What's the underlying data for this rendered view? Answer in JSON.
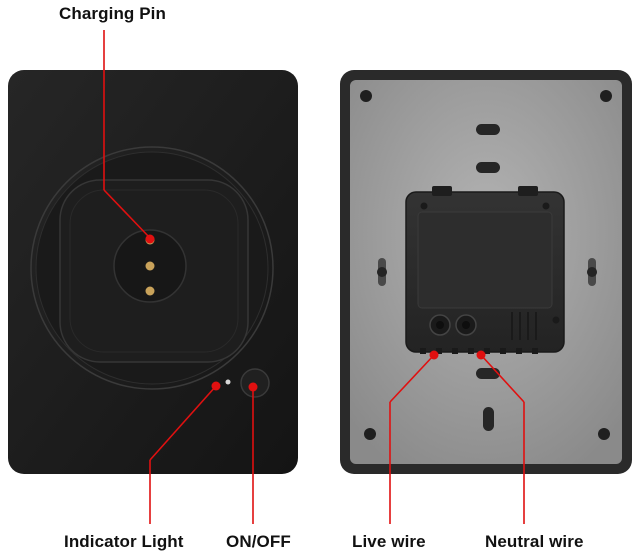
{
  "labels": {
    "charging_pin": "Charging Pin",
    "indicator_light": "Indicator Light",
    "on_off": "ON/OFF",
    "live_wire": "Live wire",
    "neutral_wire": "Neutral wire"
  },
  "colors": {
    "callout": "#e01010",
    "front_panel": "#1c1c1c",
    "back_plate": "#9a9a9a",
    "back_frame": "#2a2a2a",
    "module_box": "#2b2b2b",
    "pin_gold": "#c9a25a"
  }
}
